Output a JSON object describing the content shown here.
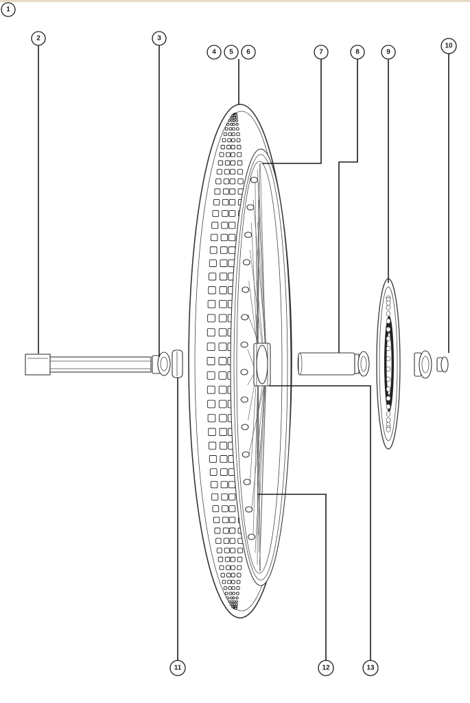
{
  "callouts": [
    {
      "id": "callout-1",
      "label": "1"
    },
    {
      "id": "callout-2",
      "label": "2"
    },
    {
      "id": "callout-3",
      "label": "3"
    },
    {
      "id": "callout-4",
      "label": "4"
    },
    {
      "id": "callout-5",
      "label": "5"
    },
    {
      "id": "callout-6",
      "label": "6"
    },
    {
      "id": "callout-7",
      "label": "7"
    },
    {
      "id": "callout-8",
      "label": "8"
    },
    {
      "id": "callout-9",
      "label": "9"
    },
    {
      "id": "callout-10",
      "label": "10"
    },
    {
      "id": "callout-11",
      "label": "11"
    },
    {
      "id": "callout-12",
      "label": "12"
    },
    {
      "id": "callout-13",
      "label": "13"
    }
  ],
  "colors": {
    "line": "#1a1a1a",
    "background": "#ffffff",
    "top_bar": "#e8dcc8"
  }
}
